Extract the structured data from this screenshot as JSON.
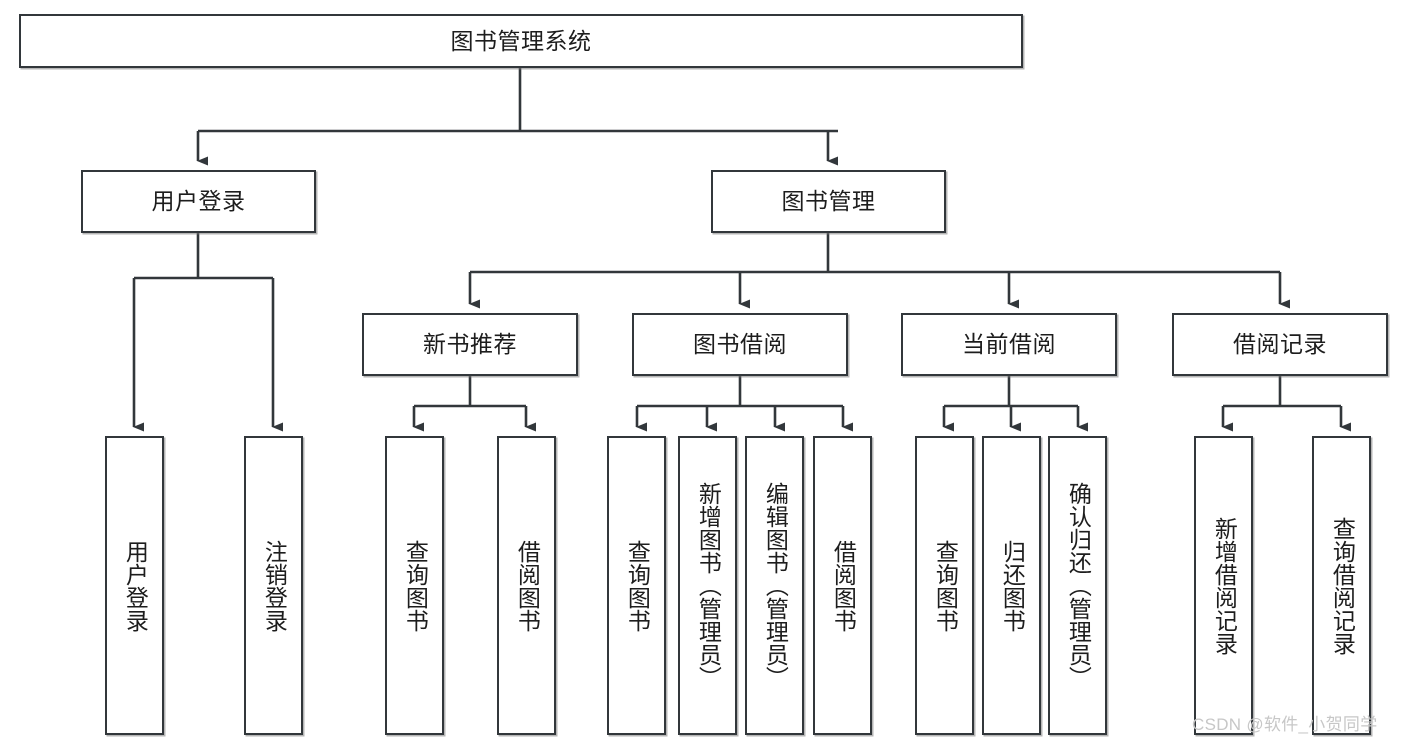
{
  "diagram": {
    "kind": "tree-hierarchy-chart",
    "title": "图书管理系统",
    "style": {
      "background": "#ffffff",
      "box_fill": "#ffffff",
      "box_stroke": "#32373b",
      "connector_color": "#32373b",
      "text_color": "#1d1d1d",
      "watermark_color": "#c7c7c7"
    },
    "nodes": {
      "root": {
        "label": "图书管理系统",
        "level": 1,
        "orientation": "horizontal"
      },
      "l2": [
        {
          "id": "user-login",
          "label": "用户登录",
          "orientation": "horizontal"
        },
        {
          "id": "book-manage",
          "label": "图书管理",
          "orientation": "horizontal"
        }
      ],
      "l3": [
        {
          "id": "new-book-recommend",
          "label": "新书推荐",
          "orientation": "horizontal"
        },
        {
          "id": "book-borrow",
          "label": "图书借阅",
          "orientation": "horizontal"
        },
        {
          "id": "current-borrow",
          "label": "当前借阅",
          "orientation": "horizontal"
        },
        {
          "id": "borrow-record",
          "label": "借阅记录",
          "orientation": "horizontal"
        }
      ],
      "leaves_user_login": [
        {
          "id": "leaf-user-login",
          "label": "用户登录",
          "orientation": "vertical"
        },
        {
          "id": "leaf-logout-login",
          "label": "注销登录",
          "orientation": "vertical"
        }
      ],
      "leaves_new_book_recommend": [
        {
          "id": "leaf-query-book-1",
          "label": "查询图书",
          "orientation": "vertical"
        },
        {
          "id": "leaf-borrow-book-1",
          "label": "借阅图书",
          "orientation": "vertical"
        }
      ],
      "leaves_book_borrow": [
        {
          "id": "leaf-query-book-2",
          "label": "查询图书",
          "orientation": "vertical"
        },
        {
          "id": "leaf-add-book-admin",
          "label": "新增图书（管理员）",
          "orientation": "vertical"
        },
        {
          "id": "leaf-edit-book-admin",
          "label": "编辑图书（管理员）",
          "orientation": "vertical"
        },
        {
          "id": "leaf-borrow-book-2",
          "label": "借阅图书",
          "orientation": "vertical"
        }
      ],
      "leaves_current_borrow": [
        {
          "id": "leaf-query-book-3",
          "label": "查询图书",
          "orientation": "vertical"
        },
        {
          "id": "leaf-return-book",
          "label": "归还图书",
          "orientation": "vertical"
        },
        {
          "id": "leaf-confirm-return-admin",
          "label": "确认归还（管理员）",
          "orientation": "vertical"
        }
      ],
      "leaves_borrow_record": [
        {
          "id": "leaf-add-borrow-record",
          "label": "新增借阅记录",
          "orientation": "vertical"
        },
        {
          "id": "leaf-query-borrow-record",
          "label": "查询借阅记录",
          "orientation": "vertical"
        }
      ]
    },
    "watermark": "CSDN @软件_小贺同学"
  }
}
